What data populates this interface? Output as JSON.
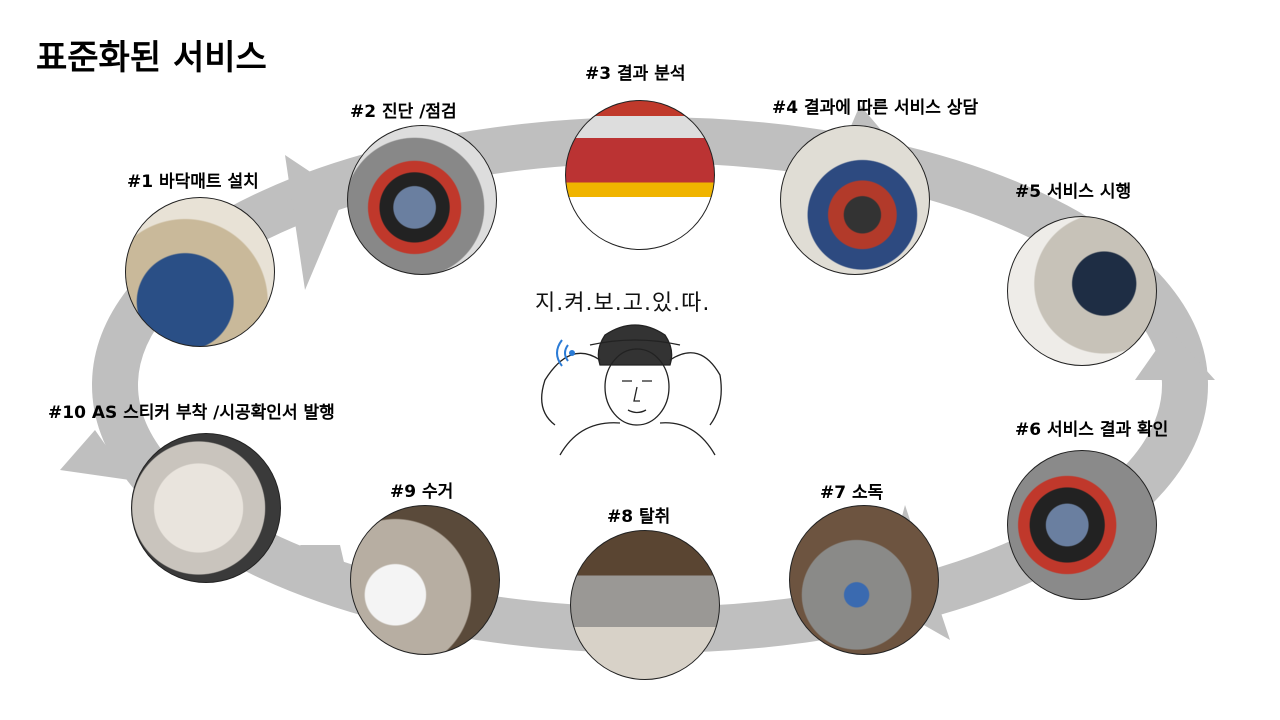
{
  "title": "표준화된 서비스",
  "center_caption": "지.켜.보.고.있.따.",
  "steps": [
    {
      "label": "#1 바닥매트 설치"
    },
    {
      "label": "#2 진단 /점검"
    },
    {
      "label": "#3 결과 분석"
    },
    {
      "label": "#4 결과에 따른 서비스 상담"
    },
    {
      "label": "#5 서비스 시행"
    },
    {
      "label": "#6 서비스 결과 확인"
    },
    {
      "label": "#7 소독"
    },
    {
      "label": "#8 탈취"
    },
    {
      "label": "#9 수거"
    },
    {
      "label": "#10 AS 스티커 부착 /시공확인서 발행"
    }
  ],
  "colors": {
    "arrow": "#bfbfbf",
    "text": "#000000"
  }
}
